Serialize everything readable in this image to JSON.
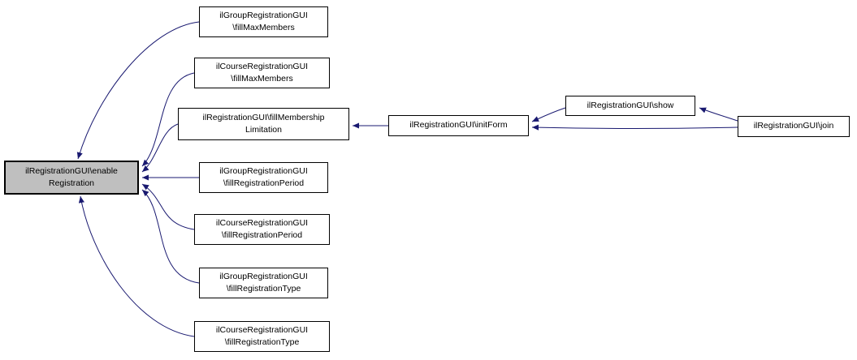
{
  "diagram": {
    "type": "call-graph",
    "colors": {
      "edge": "#191970",
      "node_border": "#000000",
      "node_fill": "#ffffff",
      "highlight_fill": "#bfbfbf",
      "background": "#ffffff"
    },
    "nodes": {
      "enable_registration": {
        "line1": "ilRegistrationGUI\\enable",
        "line2": "Registration",
        "highlighted": true
      },
      "group_fill_max_members": {
        "line1": "ilGroupRegistrationGUI",
        "line2": "\\fillMaxMembers"
      },
      "course_fill_max_members": {
        "line1": "ilCourseRegistrationGUI",
        "line2": "\\fillMaxMembers"
      },
      "fill_membership_limitation": {
        "line1": "ilRegistrationGUI\\fillMembership",
        "line2": "Limitation"
      },
      "group_fill_registration_period": {
        "line1": "ilGroupRegistrationGUI",
        "line2": "\\fillRegistrationPeriod"
      },
      "course_fill_registration_period": {
        "line1": "ilCourseRegistrationGUI",
        "line2": "\\fillRegistrationPeriod"
      },
      "group_fill_registration_type": {
        "line1": "ilGroupRegistrationGUI",
        "line2": "\\fillRegistrationType"
      },
      "course_fill_registration_type": {
        "line1": "ilCourseRegistrationGUI",
        "line2": "\\fillRegistrationType"
      },
      "init_form": {
        "line1": "ilRegistrationGUI\\initForm"
      },
      "show": {
        "line1": "ilRegistrationGUI\\show"
      },
      "join": {
        "line1": "ilRegistrationGUI\\join"
      }
    },
    "edges": [
      {
        "from": "group_fill_max_members",
        "to": "enable_registration"
      },
      {
        "from": "course_fill_max_members",
        "to": "enable_registration"
      },
      {
        "from": "fill_membership_limitation",
        "to": "enable_registration"
      },
      {
        "from": "group_fill_registration_period",
        "to": "enable_registration"
      },
      {
        "from": "course_fill_registration_period",
        "to": "enable_registration"
      },
      {
        "from": "group_fill_registration_type",
        "to": "enable_registration"
      },
      {
        "from": "course_fill_registration_type",
        "to": "enable_registration"
      },
      {
        "from": "init_form",
        "to": "fill_membership_limitation"
      },
      {
        "from": "show",
        "to": "init_form"
      },
      {
        "from": "join",
        "to": "init_form"
      },
      {
        "from": "join",
        "to": "show"
      }
    ]
  }
}
